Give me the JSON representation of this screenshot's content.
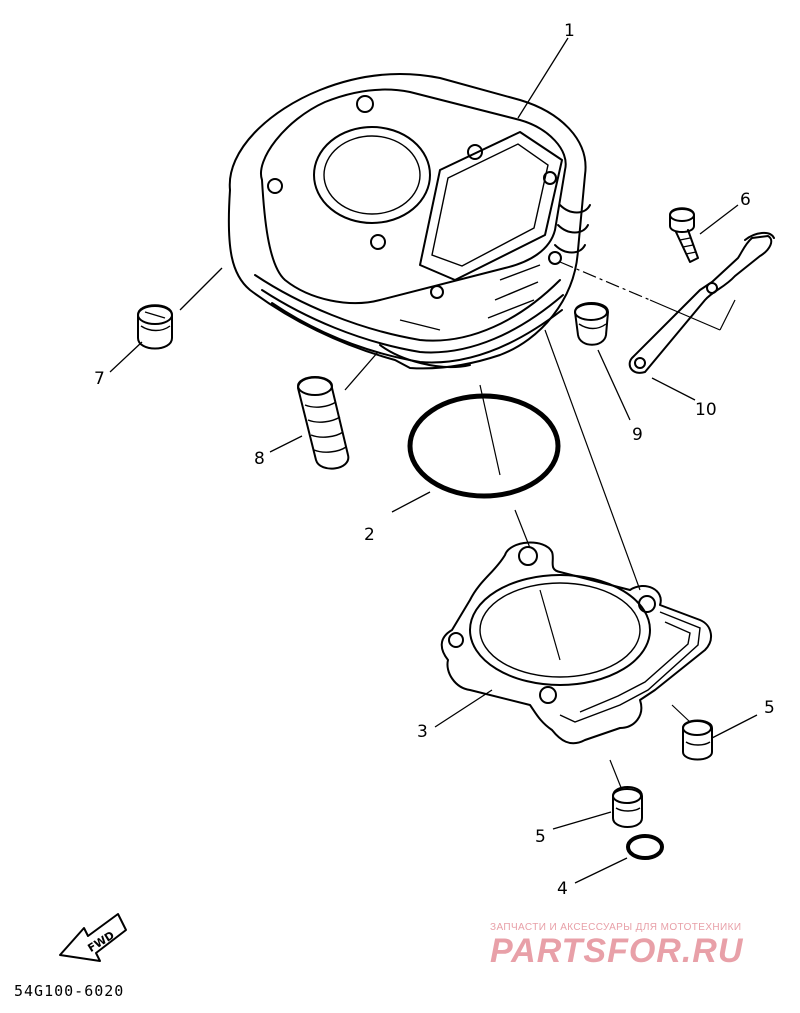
{
  "callouts": [
    {
      "id": "1",
      "text": "1"
    },
    {
      "id": "2",
      "text": "2"
    },
    {
      "id": "3",
      "text": "3"
    },
    {
      "id": "4",
      "text": "4"
    },
    {
      "id": "5a",
      "text": "5"
    },
    {
      "id": "5b",
      "text": "5"
    },
    {
      "id": "6",
      "text": "6"
    },
    {
      "id": "7",
      "text": "7"
    },
    {
      "id": "8",
      "text": "8"
    },
    {
      "id": "9",
      "text": "9"
    },
    {
      "id": "10",
      "text": "10"
    }
  ],
  "fwd_label": "FWD",
  "diagram_code": "54G100-6020",
  "watermark": {
    "line1": "ЗАПЧАСТИ И АКСЕССУАРЫ ДЛЯ МОТОТЕХНИКИ",
    "line2": "PARTSFOR.RU",
    "color": "#e8a0a8"
  }
}
